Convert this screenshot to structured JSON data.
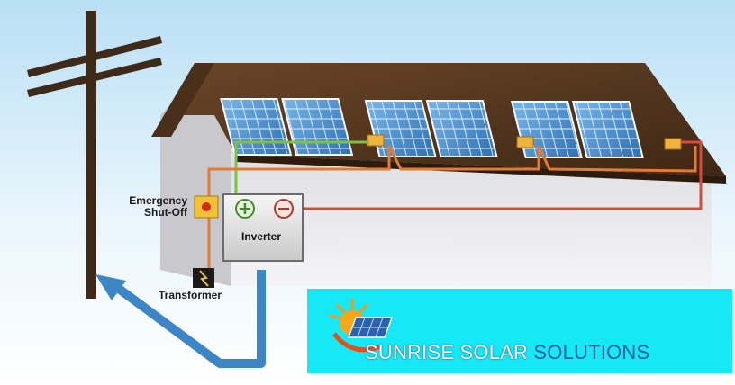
{
  "labels": {
    "emergency_line1": "Emergency",
    "emergency_line2": "Shut-Off",
    "inverter": "Inverter",
    "transformer": "Transformer"
  },
  "brand": {
    "name_part1": "SUNRISE SOLAR",
    "name_part2": "SOLUTIONS"
  },
  "colors": {
    "sky_top": "#bfe3f7",
    "roof": "#5a3a22",
    "wall": "#e2e2e6",
    "panel": "#3f86c8",
    "ac_line": "#d94a3a",
    "dc_line": "#e07b38",
    "ground_line": "#7cc142",
    "grid_arrow": "#3d86c6",
    "brand_box": "#16e8f6",
    "brand_dark": "#1f5f9c"
  },
  "icons": {
    "plus": "plus-icon",
    "minus": "minus-icon",
    "lightning": "lightning-icon",
    "shutoff": "red-button-icon"
  }
}
